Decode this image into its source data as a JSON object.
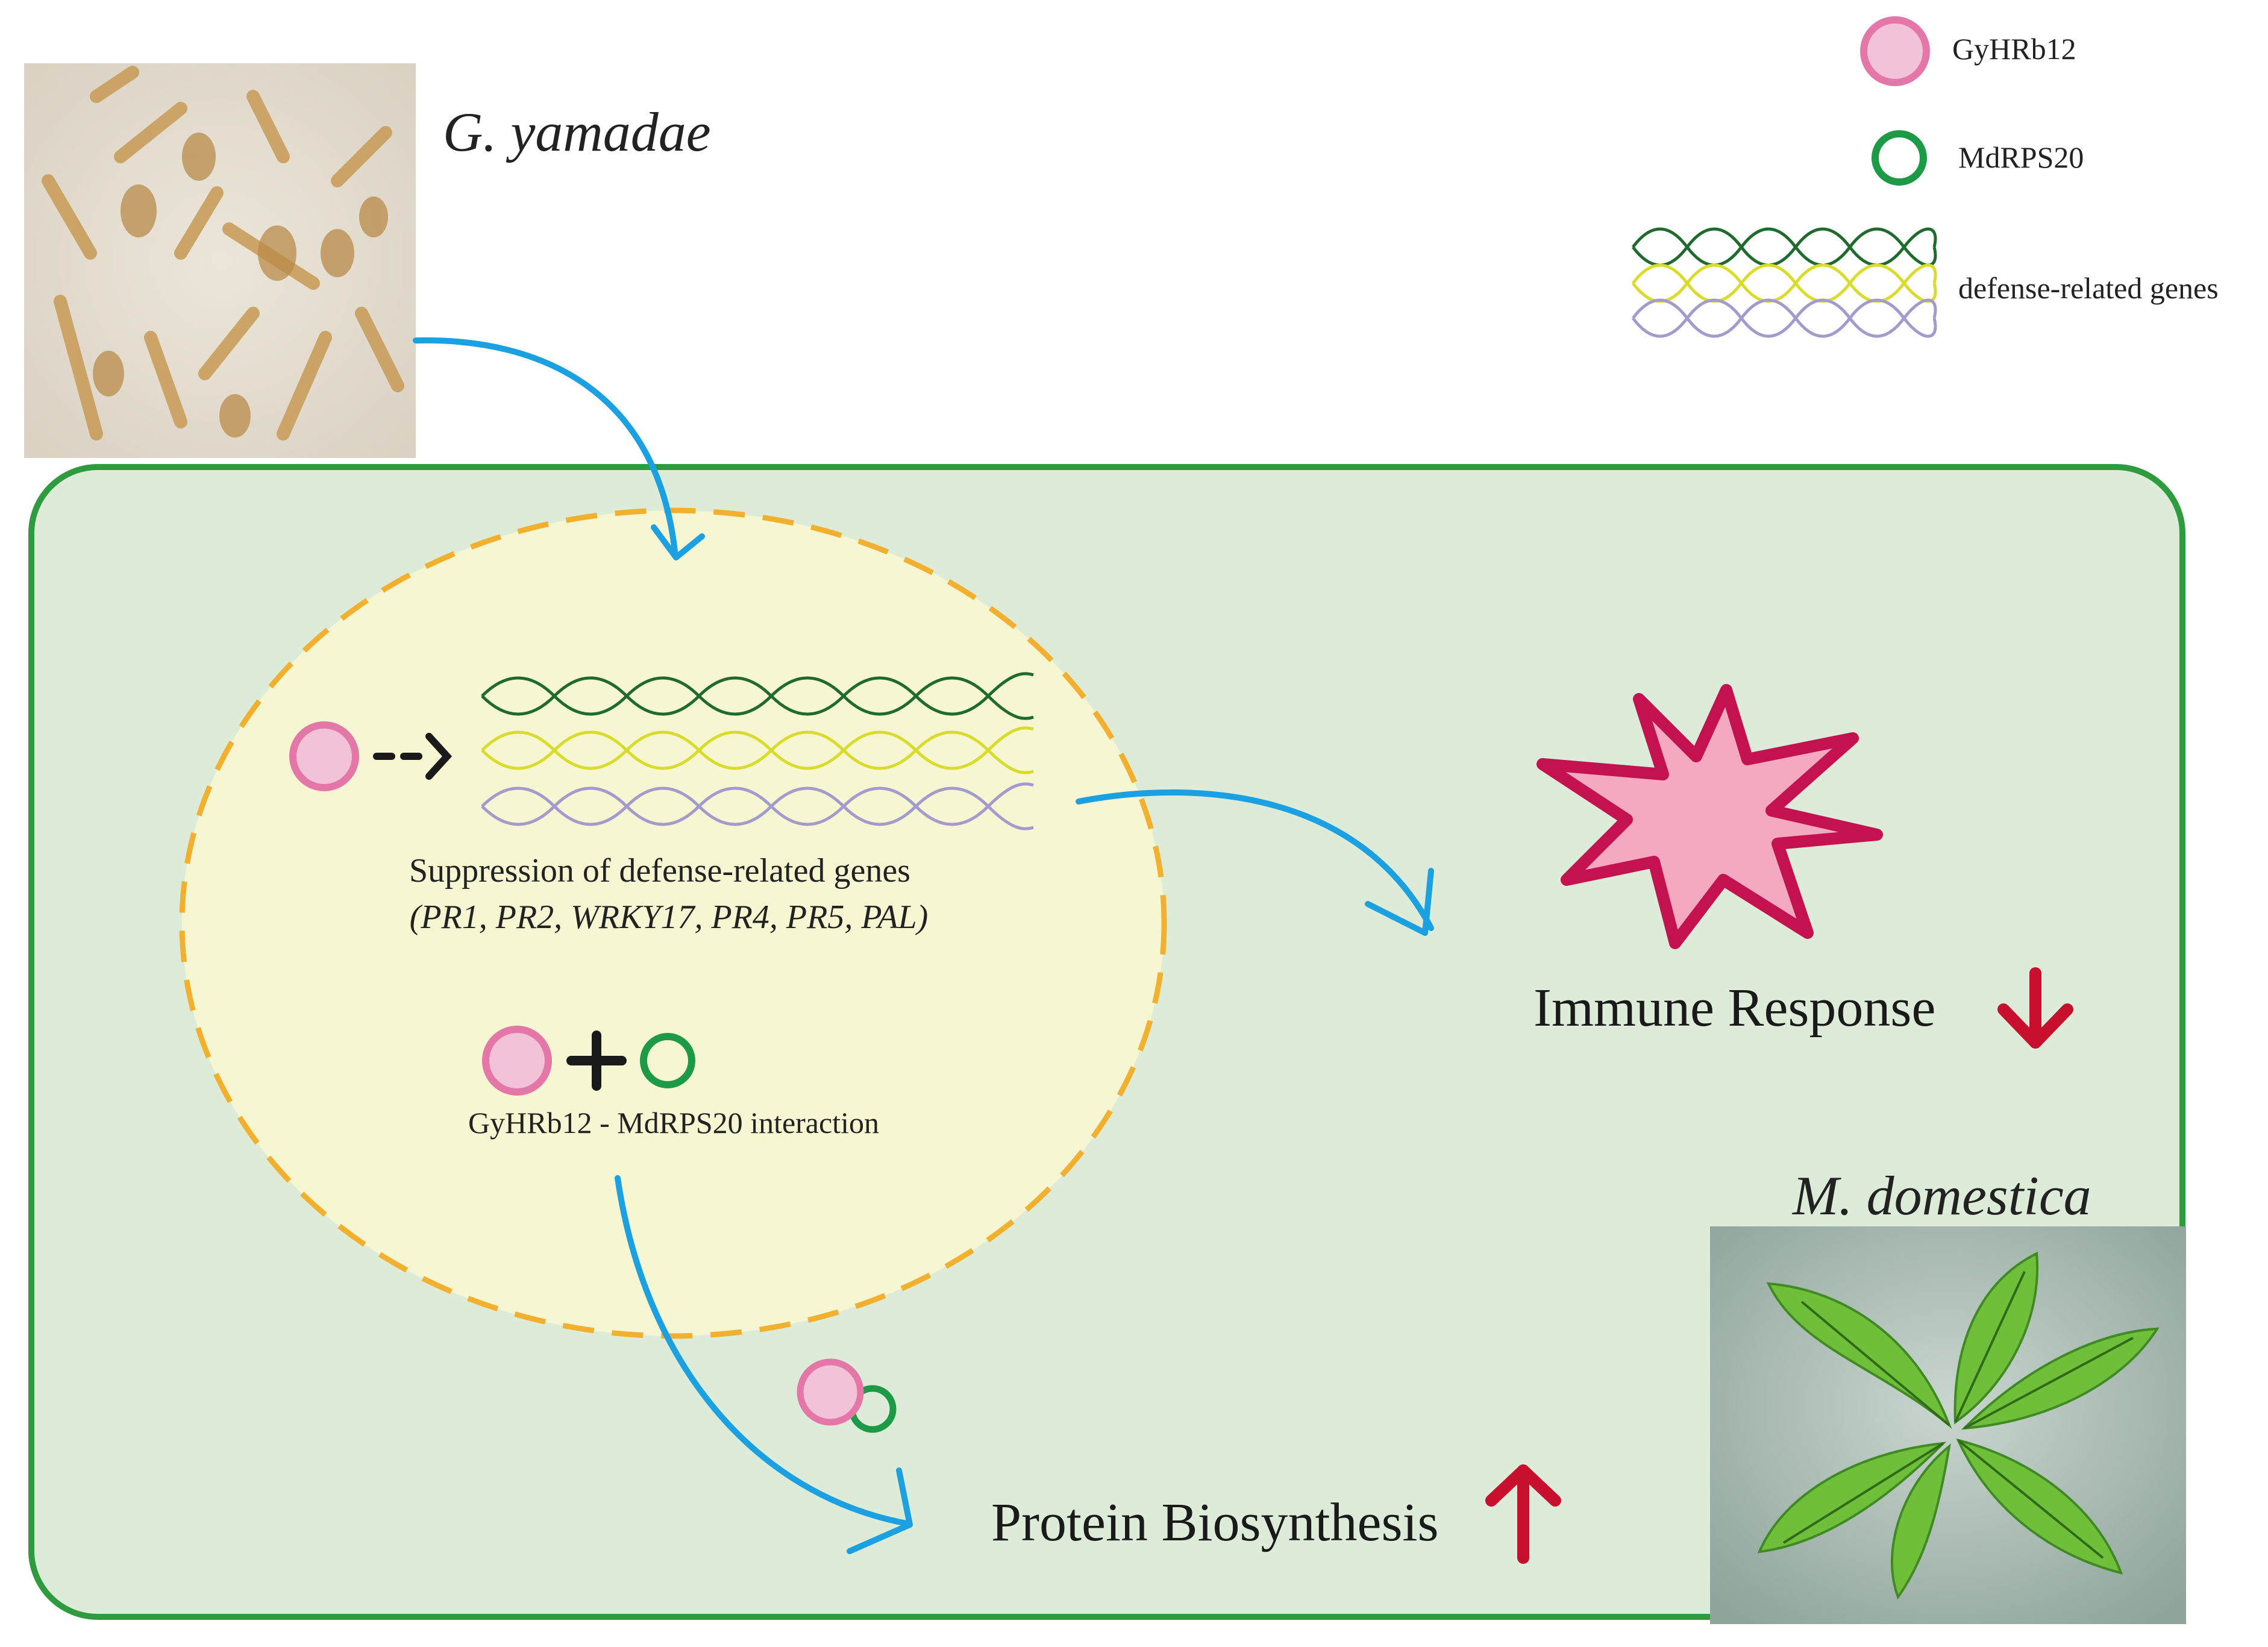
{
  "legend": {
    "gyhrb12": "GyHRb12",
    "mdrps20": "MdRPS20",
    "genes": "defense-related genes"
  },
  "organisms": {
    "pathogen": "G. yamadae",
    "host": "M. domestica"
  },
  "nucleus": {
    "suppression_title": "Suppression of defense-related genes",
    "gene_list": "(PR1, PR2, WRKY17, PR4, PR5, PAL)",
    "interaction_label": "GyHRb12 - MdRPS20 interaction"
  },
  "outcomes": {
    "immune": "Immune Response",
    "protein": "Protein Biosynthesis"
  },
  "colors": {
    "gyhrb12_fill": "#f2c3d8",
    "gyhrb12_stroke": "#e476a8",
    "mdrps20_stroke": "#1c9a45",
    "gene_dark_green": "#1f6b2e",
    "gene_yellow": "#d9dc2a",
    "gene_purple": "#a49acb",
    "cell_fill": "#dcecd9",
    "cell_stroke": "#2e9b3f",
    "nucleus_fill": "#f6f6d2",
    "nucleus_stroke": "#f2b02e",
    "arrow_blue": "#1ba0e2",
    "arrow_red": "#c8102e",
    "star_fill": "#f4a9c1",
    "star_stroke": "#c4114f"
  }
}
